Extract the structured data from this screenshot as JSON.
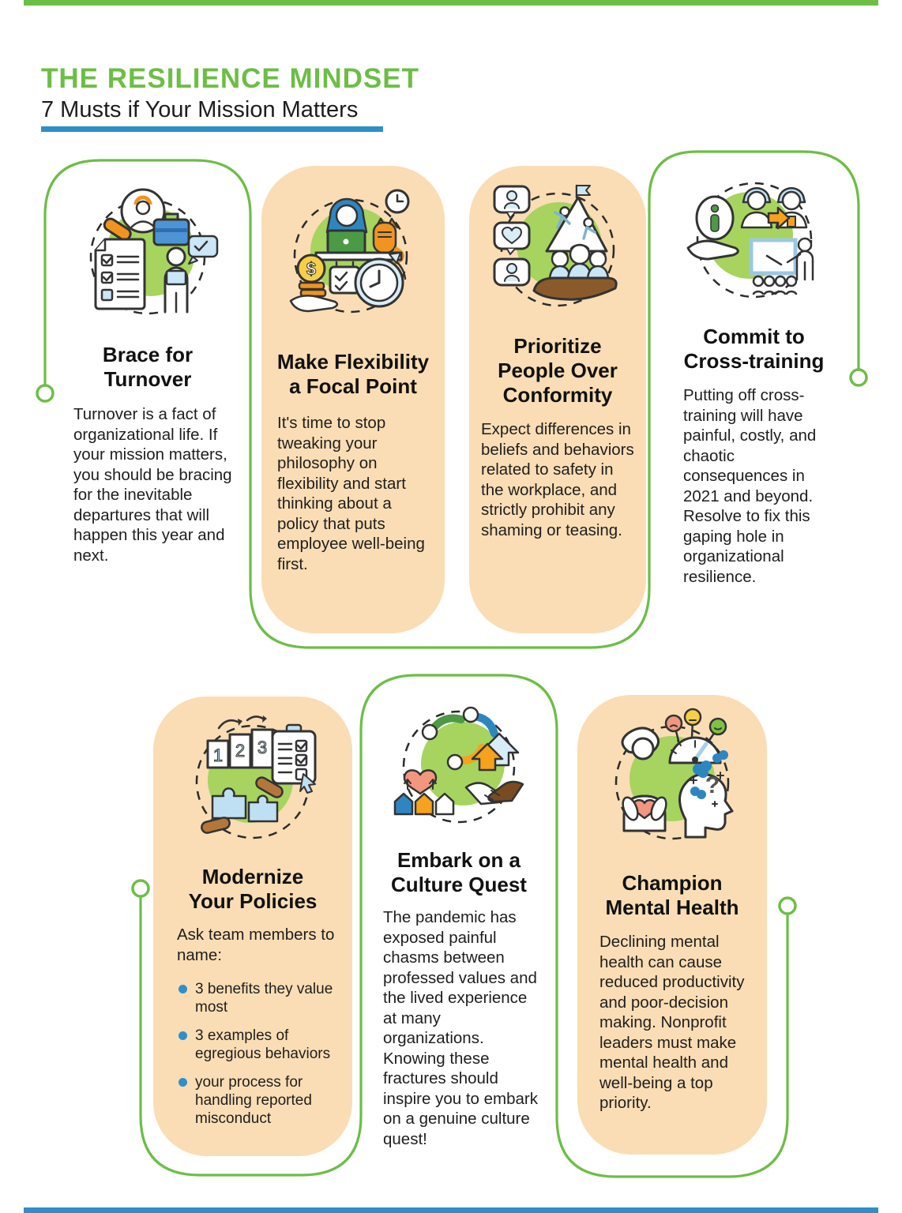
{
  "header": {
    "title": "THE RESILIENCE MINDSET",
    "subtitle": "7 Musts if Your Mission Matters"
  },
  "colors": {
    "accent_green": "#6CBE45",
    "icon_green": "#A6D45F",
    "card_peach": "#FADDB4",
    "rule_blue": "#2E8FC9",
    "bullet_blue": "#2E8FC9",
    "text_dark": "#1E1E1E"
  },
  "cards": [
    {
      "title": "Brace for\nTurnover",
      "body": "Turnover is a fact of organizational life. If your mission matters, you should be bracing for the inevitable departures that will happen this year and next.",
      "icon": "candidate-search-icon",
      "style": "outline"
    },
    {
      "title": "Make Flexibility\na Focal Point",
      "body": "It's time to stop tweaking your philosophy on flexibility and start thinking about a policy that puts employee well-being first.",
      "icon": "flexible-work-icon",
      "style": "peach"
    },
    {
      "title": "Prioritize\nPeople Over\nConformity",
      "body": "Expect differences in beliefs and behaviors related to safety in the workplace, and strictly prohibit any shaming or teasing.",
      "icon": "people-care-icon",
      "style": "peach"
    },
    {
      "title": "Commit to\nCross-training",
      "body": "Putting off cross-training will have painful, costly, and chaotic consequences in 2021 and beyond. Resolve to fix this gaping hole in organizational resilience.",
      "icon": "cross-training-icon",
      "style": "outline"
    },
    {
      "title": "Modernize\nYour Policies",
      "body_intro": "Ask team members to name:",
      "bullets": [
        "3 benefits they value most",
        "3 examples of egregious behaviors",
        "your process for handling reported misconduct"
      ],
      "icon": "policies-icon",
      "style": "peach"
    },
    {
      "title": "Embark on a\nCulture Quest",
      "body": "The pandemic has exposed painful chasms between professed values and the lived experience at many organizations. Knowing these fractures should inspire you to embark on a genuine culture quest!",
      "icon": "culture-quest-icon",
      "style": "outline"
    },
    {
      "title": "Champion\nMental Health",
      "body": "Declining mental health can cause reduced productivity and poor-decision making. Nonprofit leaders must make mental health and well-being a top priority.",
      "icon": "mental-health-icon",
      "style": "peach"
    }
  ]
}
